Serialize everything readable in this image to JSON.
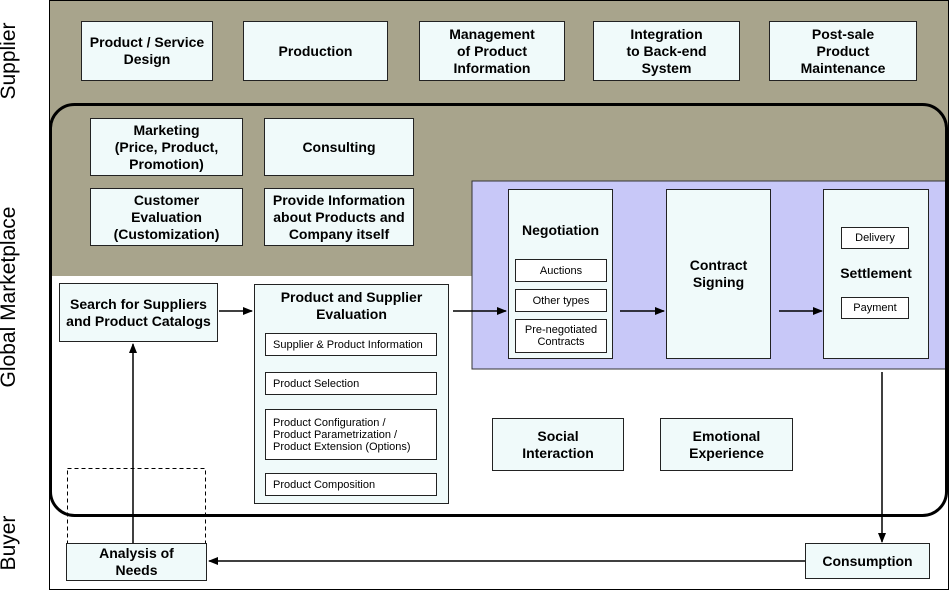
{
  "colors": {
    "supplier_band": "#a8a48c",
    "transaction_area": "#c8c8f8",
    "box_fill": "#f0fafa",
    "line": "#000000"
  },
  "lanes": {
    "supplier": "Supplier",
    "marketplace": "Global Marketplace",
    "buyer": "Buyer"
  },
  "supplier_row": [
    "Product / Service\nDesign",
    "Production",
    "Management\nof Product\nInformation",
    "Integration\nto Back-end\nSystem",
    "Post-sale\nProduct\nMaintenance"
  ],
  "marketplace_supplier": {
    "marketing": "Marketing\n(Price, Product,\nPromotion)",
    "consulting": "Consulting",
    "customer_evaluation": "Customer\nEvaluation\n(Customization)",
    "provide_information": "Provide Information\nabout Products and\nCompany itself"
  },
  "search": "Search for Suppliers\nand Product Catalogs",
  "evaluation": {
    "title": "Product and Supplier\nEvaluation",
    "items": [
      "Supplier & Product Information",
      "Product Selection",
      "Product Configuration /\nProduct Parametrization /\nProduct Extension (Options)",
      "Product Composition"
    ]
  },
  "negotiation": {
    "title": "Negotiation",
    "items": [
      "Auctions",
      "Other types",
      "Pre-negotiated\nContracts"
    ]
  },
  "contract": "Contract\nSigning",
  "settlement": {
    "title": "Settlement",
    "delivery": "Delivery",
    "payment": "Payment"
  },
  "social": "Social\nInteraction",
  "emotional": "Emotional\nExperience",
  "analysis": "Analysis of\nNeeds",
  "consumption": "Consumption",
  "icons": {
    "arrow": "arrow-icon"
  }
}
